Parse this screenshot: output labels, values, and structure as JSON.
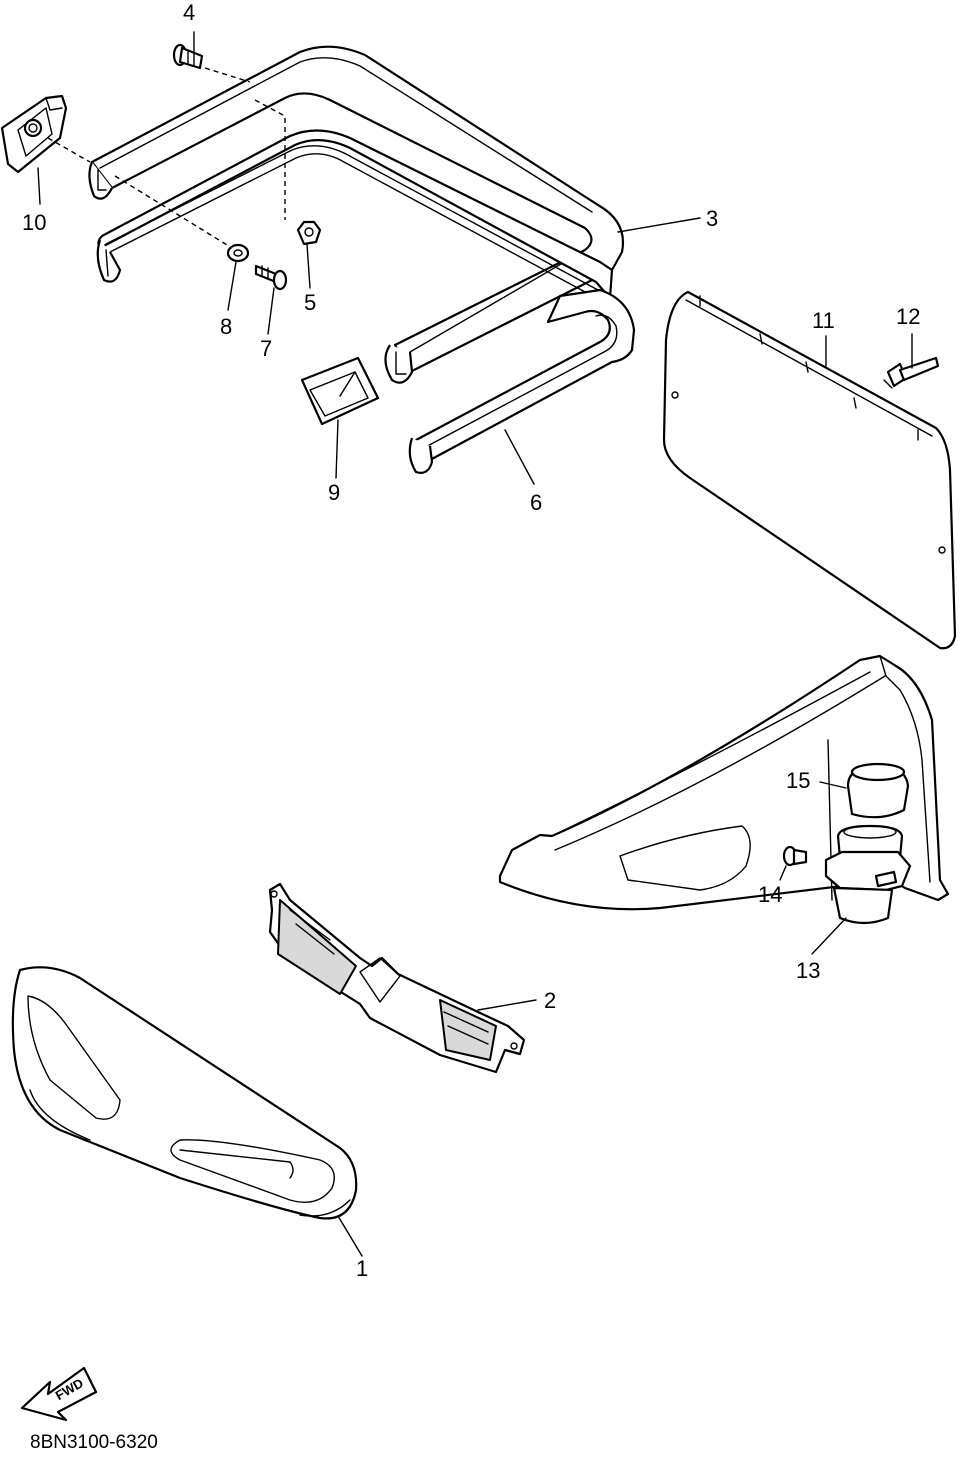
{
  "diagram": {
    "part_numbers": {
      "p1": "1",
      "p2": "2",
      "p3": "3",
      "p4": "4",
      "p5": "5",
      "p6": "6",
      "p7": "7",
      "p8": "8",
      "p9": "9",
      "p10": "10",
      "p11": "11",
      "p12": "12",
      "p13": "13",
      "p14": "14",
      "p15": "15"
    },
    "direction_arrow_label": "FWD",
    "drawing_code": "8BN3100-6320"
  }
}
